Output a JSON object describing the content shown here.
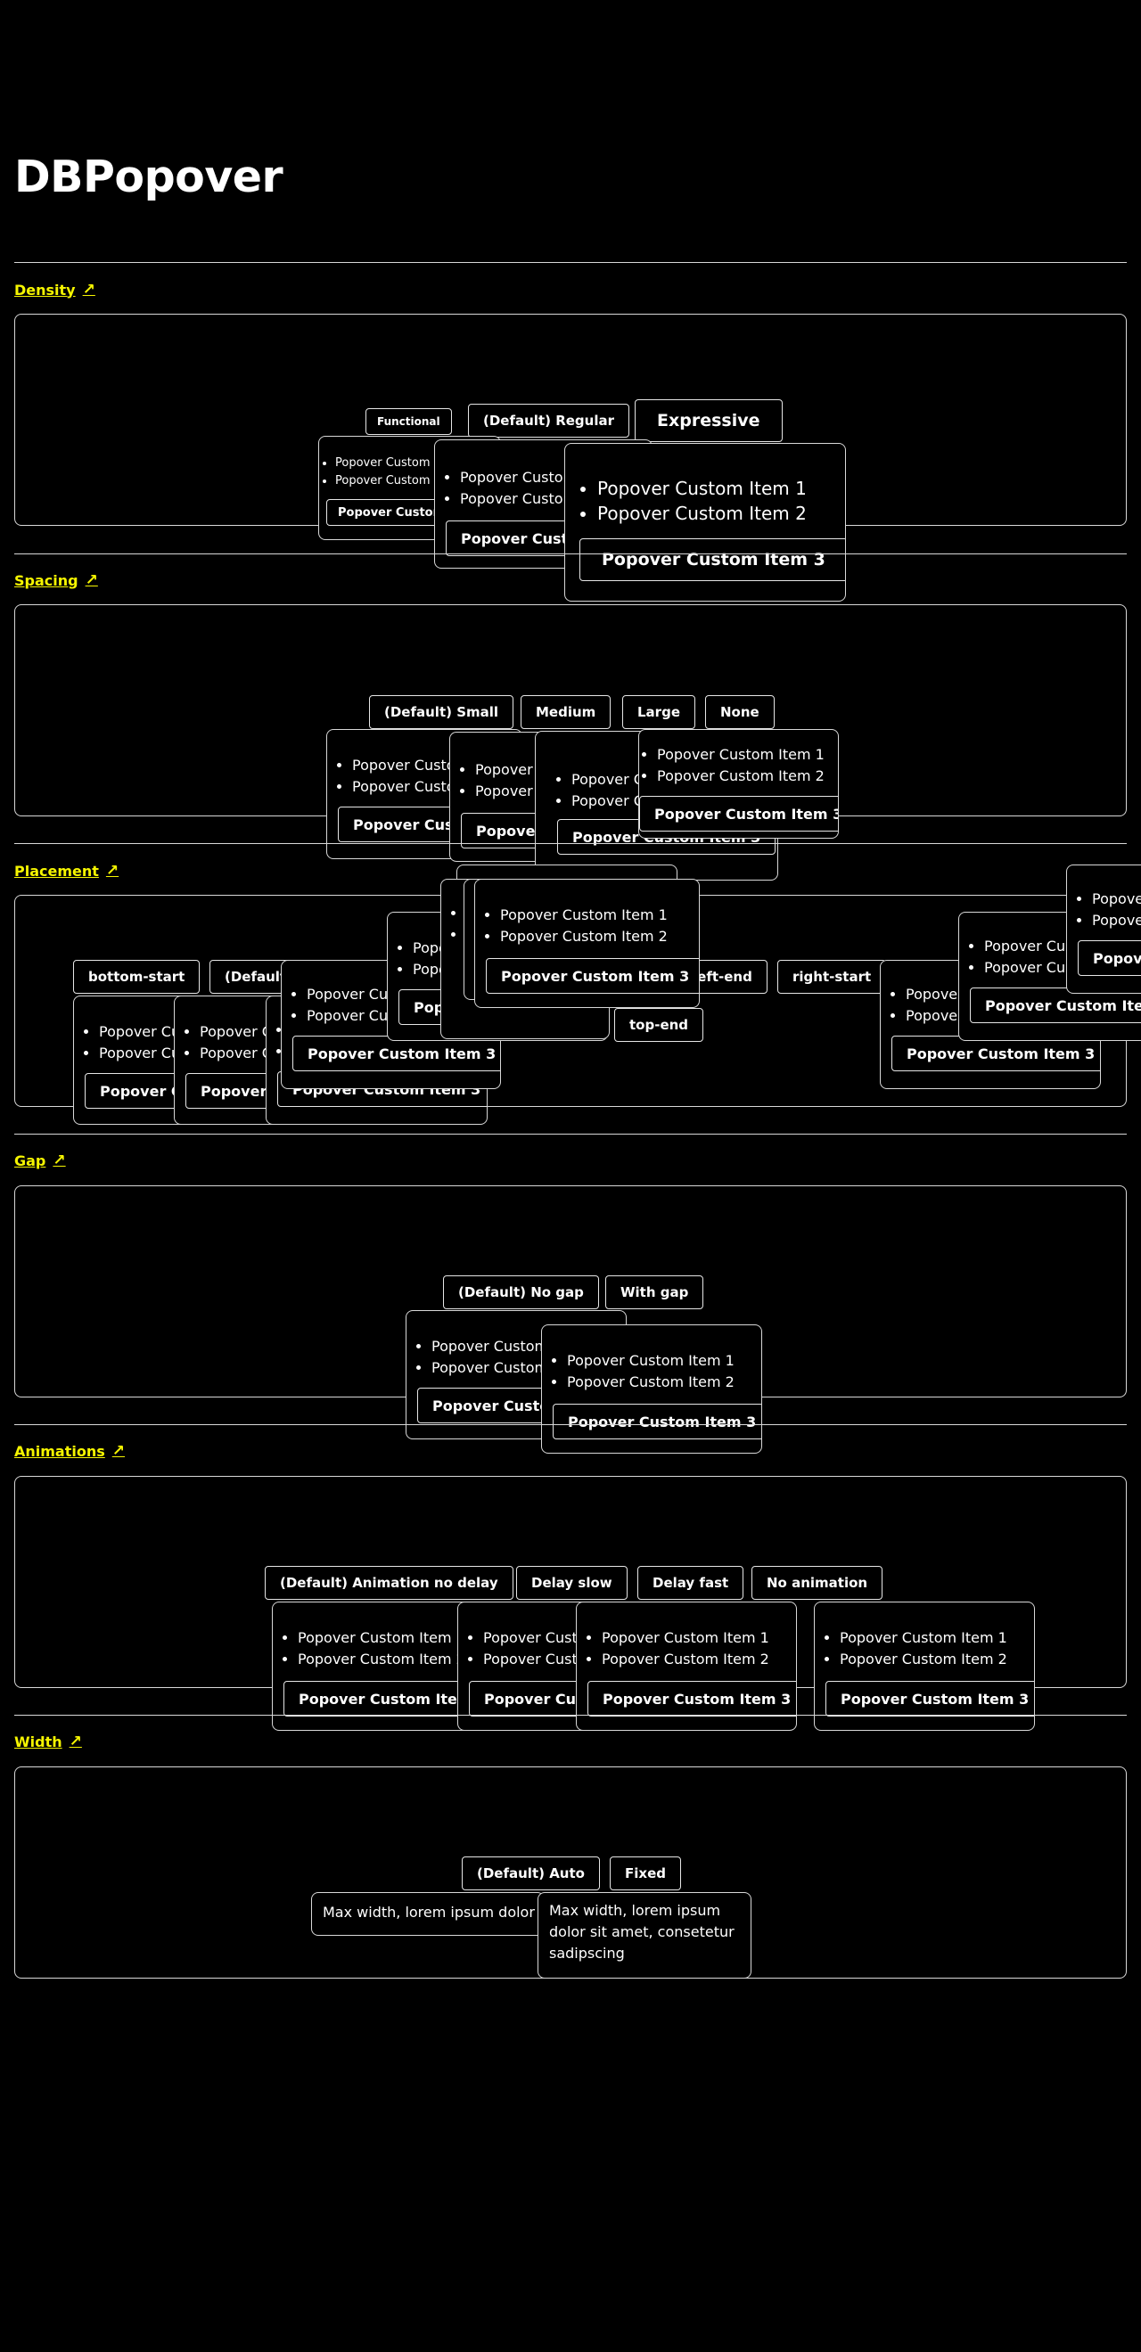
{
  "page": {
    "title": "DBPopover"
  },
  "popover": {
    "item1": "Popover Custom Item 1",
    "item2": "Popover Custom Item 2",
    "item3": "Popover Custom Item 3",
    "width_text": "Max width, lorem ipsum dolor sit amet, consetetur sadipscing"
  },
  "sections": {
    "density": {
      "label": "Density",
      "buttons": [
        "Functional",
        "(Default) Regular",
        "Expressive"
      ]
    },
    "spacing": {
      "label": "Spacing",
      "buttons": [
        "(Default) Small",
        "Medium",
        "Large",
        "None"
      ]
    },
    "placement": {
      "label": "Placement",
      "buttons": [
        "bottom-start",
        "(Default) bottom",
        "left-end",
        "right-start",
        "top-end"
      ]
    },
    "gap": {
      "label": "Gap",
      "buttons": [
        "(Default) No gap",
        "With gap"
      ]
    },
    "animations": {
      "label": "Animations",
      "buttons": [
        "(Default) Animation no delay",
        "Delay slow",
        "Delay fast",
        "No animation"
      ]
    },
    "width": {
      "label": "Width",
      "buttons": [
        "(Default) Auto",
        "Fixed"
      ]
    }
  }
}
